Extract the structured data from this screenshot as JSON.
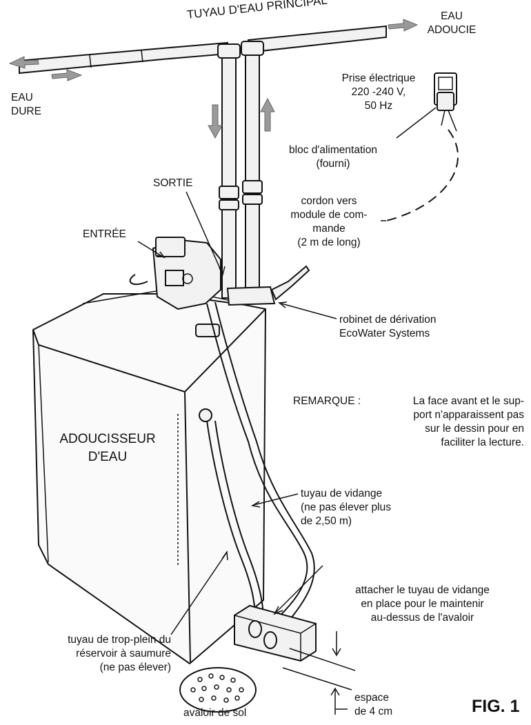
{
  "labels": {
    "main_pipe": "TUYAU D'EAU PRINCIPAL",
    "soft_water": [
      "EAU",
      "ADOUCIE"
    ],
    "hard_water": [
      "EAU",
      "DURE"
    ],
    "outlet_socket": [
      "Prise électrique",
      "220 -240 V,",
      "50 Hz"
    ],
    "power_supply": [
      "bloc d'alimentation",
      "(fourni)"
    ],
    "outlet": "SORTIE",
    "cord": [
      "cordon vers",
      "module de com-",
      "mande",
      "(2 m de long)"
    ],
    "inlet": "ENTRÉE",
    "bypass_valve": [
      "robinet de dérivation",
      "EcoWater Systems"
    ],
    "note_label": "REMARQUE :",
    "note_text": [
      "La face avant et le sup-",
      "port n'apparaissent pas",
      "sur le dessin pour en",
      "faciliter la lecture."
    ],
    "softener": [
      "ADOUCISSEUR",
      "D'EAU"
    ],
    "drain_hose": [
      "tuyau de vidange",
      "(ne pas élever plus",
      "de 2,50 m)"
    ],
    "attach_hose": [
      "attacher le tuyau de vidange",
      "en place pour le maintenir",
      "au-dessus de l'avaloir"
    ],
    "overflow_hose": [
      "tuyau de trop-plein du",
      "réservoir à saumure",
      "(ne pas élever)"
    ],
    "air_gap": [
      "espace",
      "de 4 cm"
    ],
    "floor_drain": "avaloir de sol",
    "figure": "FIG. 1"
  },
  "colors": {
    "ink": "#111111",
    "arrow_fill": "#9a9a9a",
    "pipe_fill": "#f2f2f2",
    "cabinet_fill": "#fafafa"
  }
}
